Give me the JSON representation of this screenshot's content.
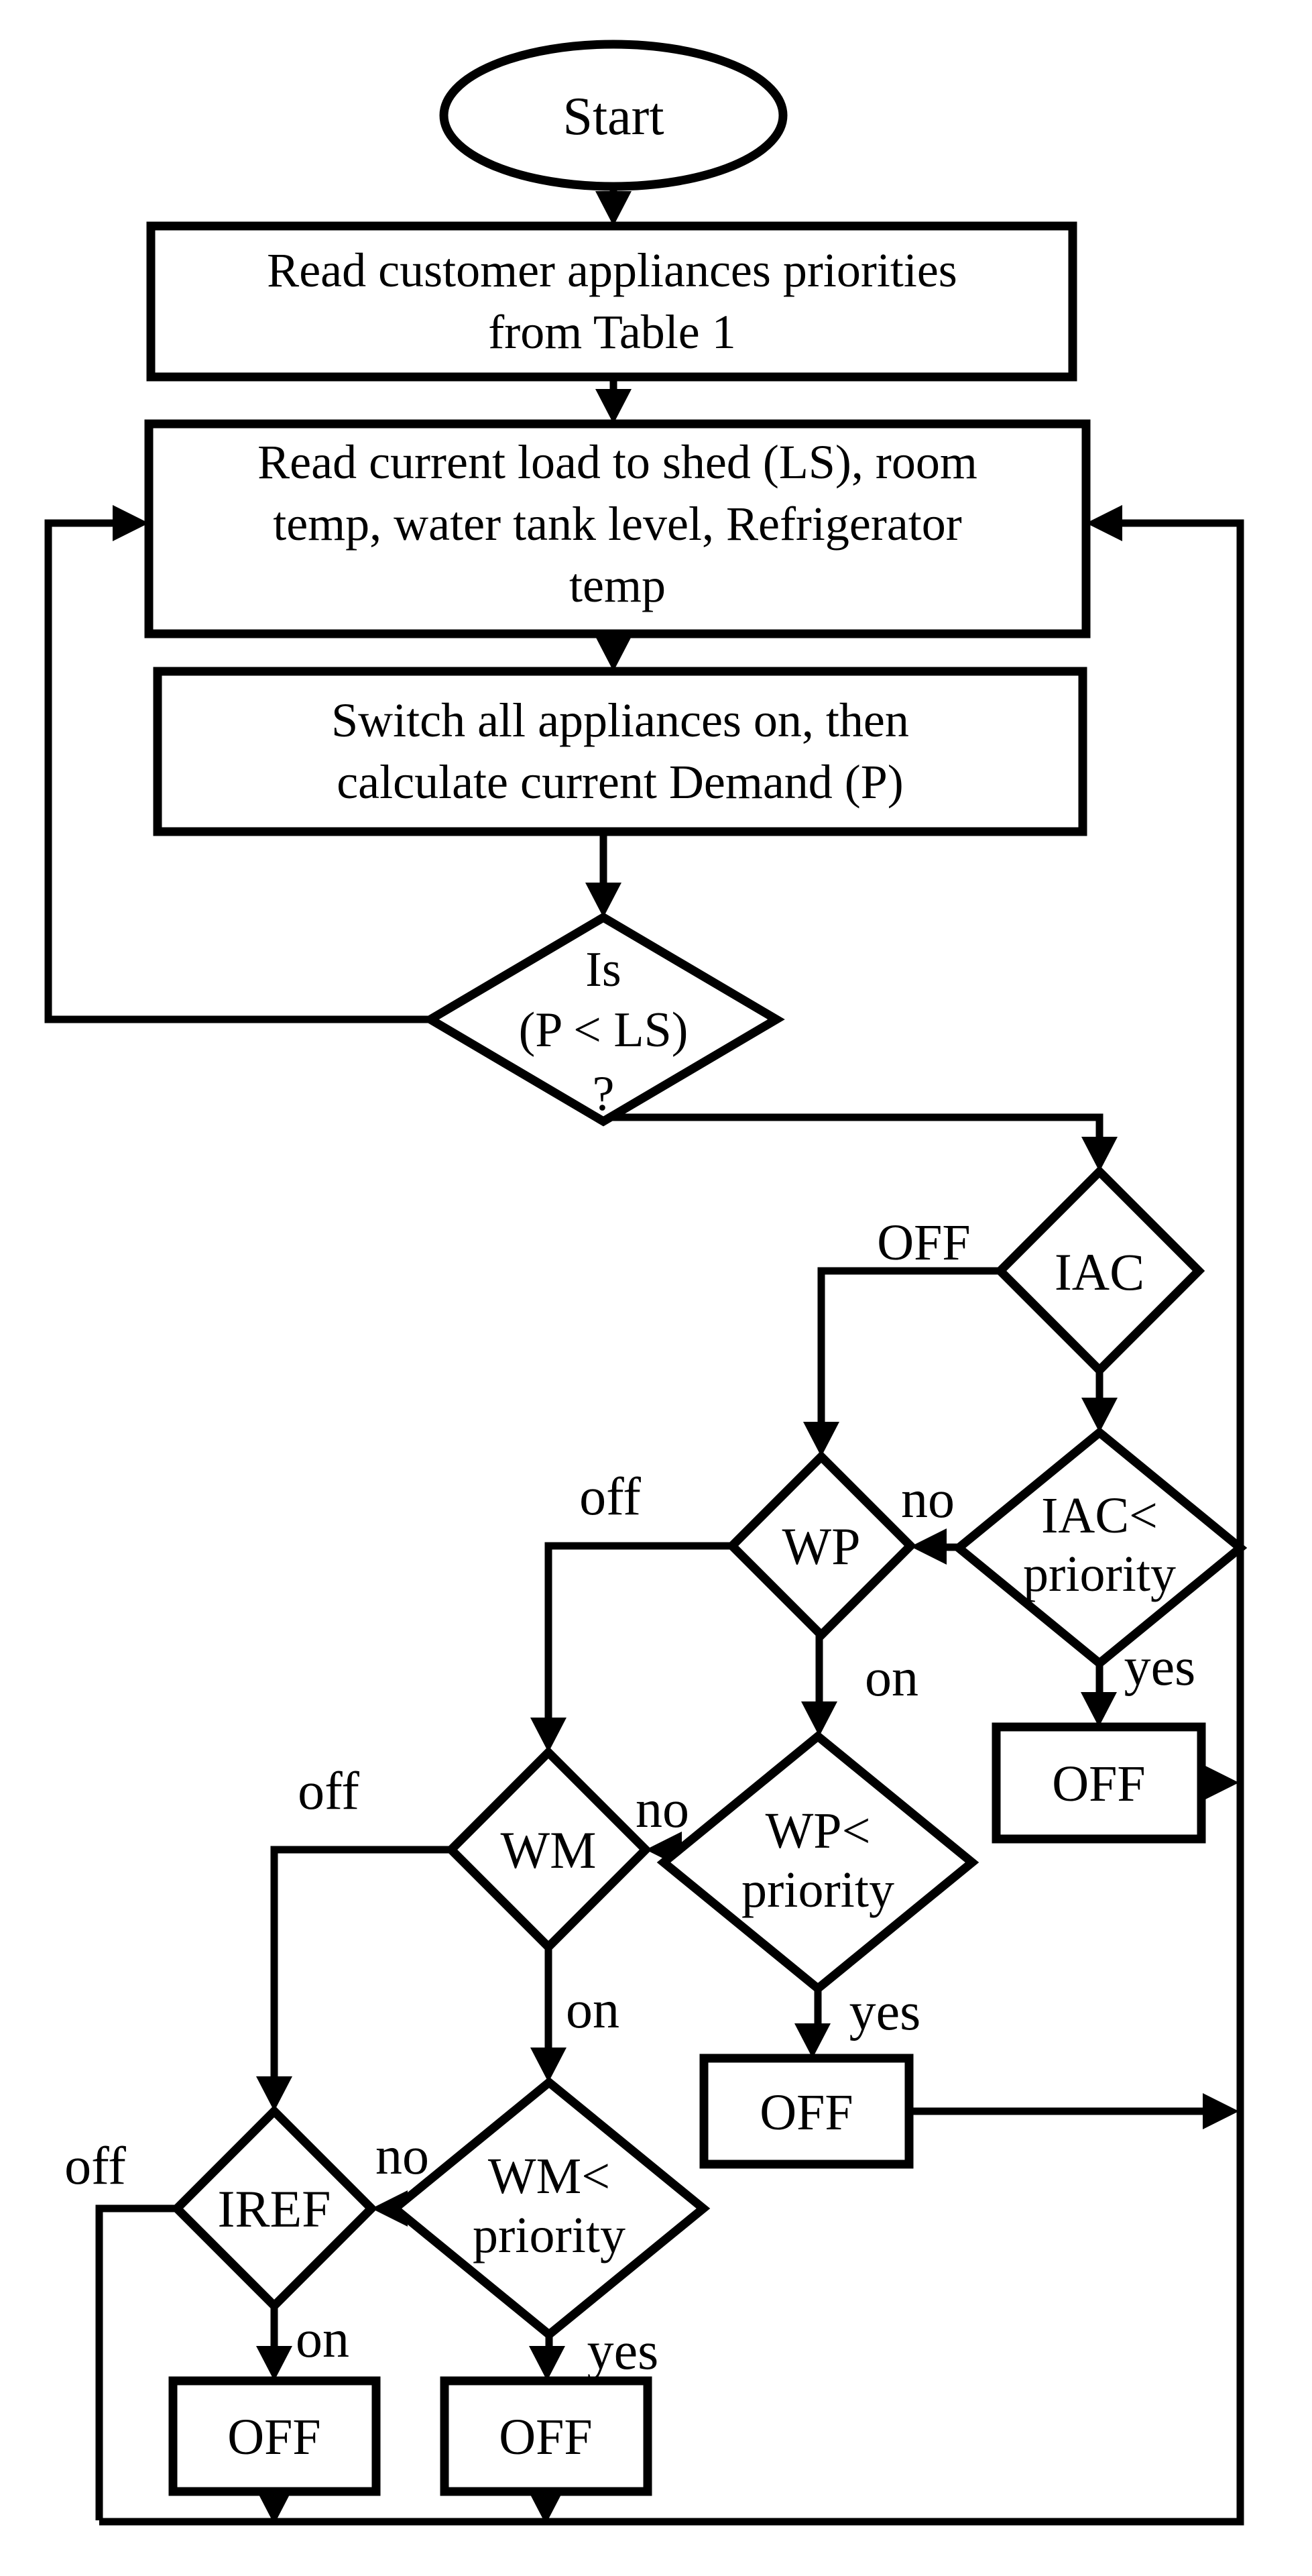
{
  "diagram": {
    "background": "#ffffff",
    "line_color": "#000000",
    "nodes": {
      "start": {
        "label": "Start"
      },
      "read_priorities": {
        "line1": "Read customer appliances priorities",
        "line2": "from Table 1"
      },
      "read_inputs": {
        "line1": "Read current load to shed (LS), room",
        "line2": "temp, water tank level, Refrigerator",
        "line3": "temp"
      },
      "switch_all": {
        "line1": "Switch all appliances on, then",
        "line2": "calculate current Demand (P)"
      },
      "is_p_lt_ls": {
        "line1": "Is",
        "line2": "(P < LS)",
        "line3": "?"
      },
      "iac": {
        "label": "IAC"
      },
      "iac_priority": {
        "line1": "IAC<",
        "line2": "priority"
      },
      "wp": {
        "label": "WP"
      },
      "wp_priority": {
        "line1": "WP<",
        "line2": "priority"
      },
      "wm": {
        "label": "WM"
      },
      "wm_priority": {
        "line1": "WM<",
        "line2": "priority"
      },
      "iref": {
        "label": "IREF"
      },
      "off_iac": {
        "label": "OFF"
      },
      "off_wp": {
        "label": "OFF"
      },
      "off_wm": {
        "label": "OFF"
      },
      "off_iref": {
        "label": "OFF"
      }
    },
    "edge_labels": {
      "iac_off": "OFF",
      "iac_priority_no": "no",
      "iac_priority_yes": "yes",
      "wp_off": "off",
      "wp_on": "on",
      "wp_priority_no": "no",
      "wp_priority_yes": "yes",
      "wm_off": "off",
      "wm_on": "on",
      "wm_priority_no": "no",
      "wm_priority_yes": "yes",
      "iref_off": "off",
      "iref_on": "on"
    }
  }
}
